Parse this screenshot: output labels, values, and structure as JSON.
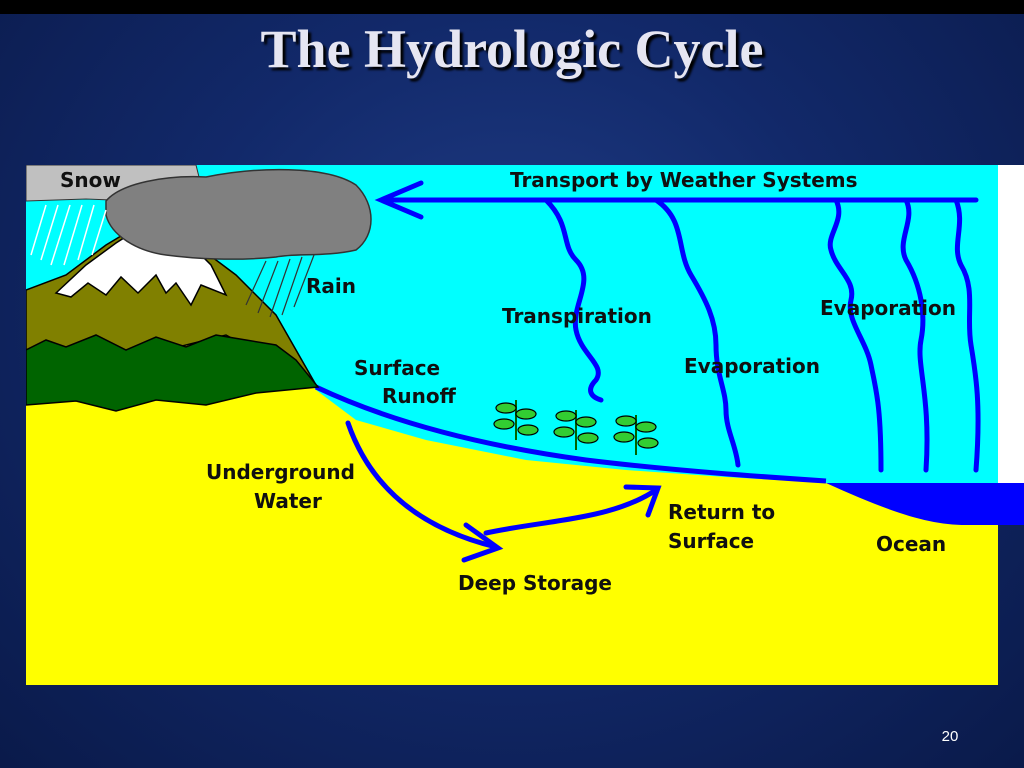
{
  "slide": {
    "title": "The Hydrologic Cycle",
    "page_number": "20"
  },
  "diagram": {
    "labels": {
      "snow": "Snow",
      "transport": "Transport by Weather Systems",
      "rain": "Rain",
      "transpiration": "Transpiration",
      "evaporation_land": "Evaporation",
      "evaporation_ocean": "Evaporation",
      "surface": "Surface",
      "runoff": "Runoff",
      "underground": "Underground",
      "water": "Water",
      "return_to": "Return to",
      "surface_return": "Surface",
      "ocean": "Ocean",
      "deep_storage": "Deep Storage"
    },
    "colors": {
      "sky": "#00ffff",
      "ground": "#ffff00",
      "cloud": "#808080",
      "mountain": "#808000",
      "forest": "#006400",
      "arrows": "#0000ff",
      "ocean": "#0000ff",
      "plants": "#32cd32"
    }
  }
}
